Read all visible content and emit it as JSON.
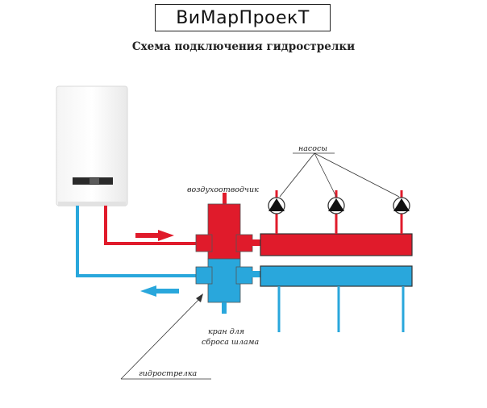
{
  "header": {
    "brand": "ВиМарПроекТ",
    "subtitle": "Схема подключения гидрострелки"
  },
  "labels": {
    "pumps": "насосы",
    "air_vent": "воздухоотводчик",
    "drain_valve_line1": "кран для",
    "drain_valve_line2": "сброса шлама",
    "hydro_arrow": "гидрострелка"
  },
  "colors": {
    "hot": "#e01b2b",
    "cold": "#29a7dc",
    "boiler": "#ffffff",
    "line": "#333333"
  },
  "icons": {
    "boiler": "boiler-icon",
    "pump": "pump-icon"
  }
}
